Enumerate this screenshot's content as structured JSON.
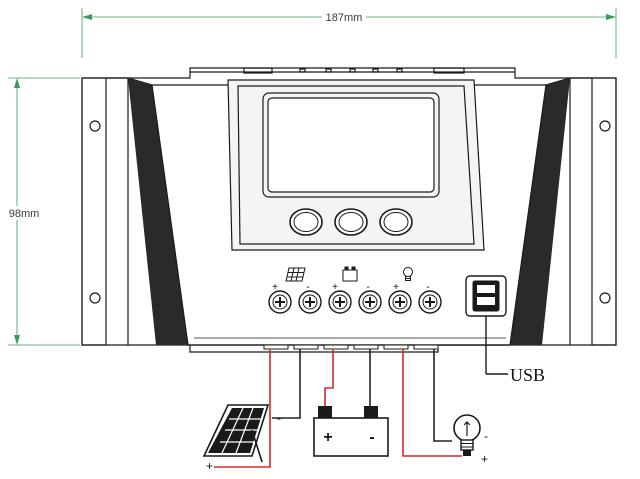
{
  "dimensions": {
    "width_label": "187mm",
    "height_label": "98mm",
    "dimension_line_color": "#3c9a5f"
  },
  "labels": {
    "usb": "USB"
  },
  "terminals": [
    {
      "group": "solar-panel-icon",
      "polarity": [
        "+",
        "-"
      ]
    },
    {
      "group": "battery-icon",
      "polarity": [
        "+",
        "-"
      ]
    },
    {
      "group": "lamp-icon",
      "polarity": [
        "+",
        "-"
      ]
    }
  ],
  "components": {
    "solar_panel": {
      "pos_sign": "+",
      "neg_sign": "-"
    },
    "battery": {
      "pos_sign": "+",
      "neg_sign": "-"
    },
    "lamp": {
      "pos_sign": "+",
      "neg_sign": "-"
    }
  },
  "colors": {
    "positive_wire": "#d9262c",
    "negative_wire": "#222222",
    "outline": "#1a1a1a"
  },
  "buttons": [
    "button",
    "button",
    "button"
  ]
}
